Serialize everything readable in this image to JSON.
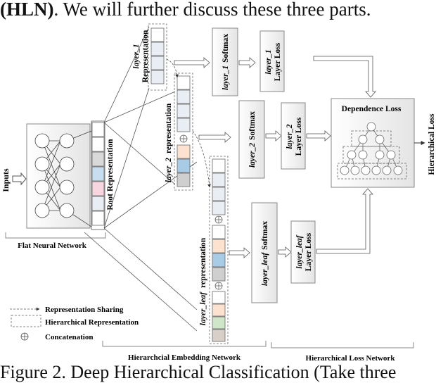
{
  "paper": {
    "top_text_bold": "(HLN)",
    "top_text_rest": ". We will further discuss these three parts.",
    "caption": "Figure 2. Deep Hierarchical Classification (Take three"
  },
  "diagram": {
    "inputs": "Inputs",
    "flat_nn": "Flat Neural Network",
    "root_rep": "Root Representation",
    "layer1_rep_italic": "layer_1",
    "layer1_rep_text": "Representation",
    "layer2_rep_italic": "layer_2",
    "layer2_rep_text": "representation",
    "leaf_rep_italic": "layer_leaf",
    "leaf_rep_text": "representation",
    "softmax1_italic": "layer_1",
    "softmax1_text": "Softmax",
    "softmax2_italic": "layer_2",
    "softmax2_text": "Softmax",
    "softmax_leaf_italic": "layer_leaf",
    "softmax_leaf_text": "Softmax",
    "loss1_italic": "layer_1",
    "loss1_text": "Layer Loss",
    "loss2_italic": "layer_2",
    "loss2_text": "Layer Loss",
    "loss_leaf_italic": "layer_leaf",
    "loss_leaf_text": "Layer Loss",
    "dependence_loss": "Dependence Loss",
    "hierarchical_loss": "Hierarchical Loss",
    "embedding_net": "Hierarchcial Embedding Network",
    "loss_net": "Hierarchical Loss Network",
    "legend": {
      "sharing": "Representation Sharing",
      "hier_rep": "Hierarchical Representation",
      "concat": "Concatenation"
    }
  }
}
